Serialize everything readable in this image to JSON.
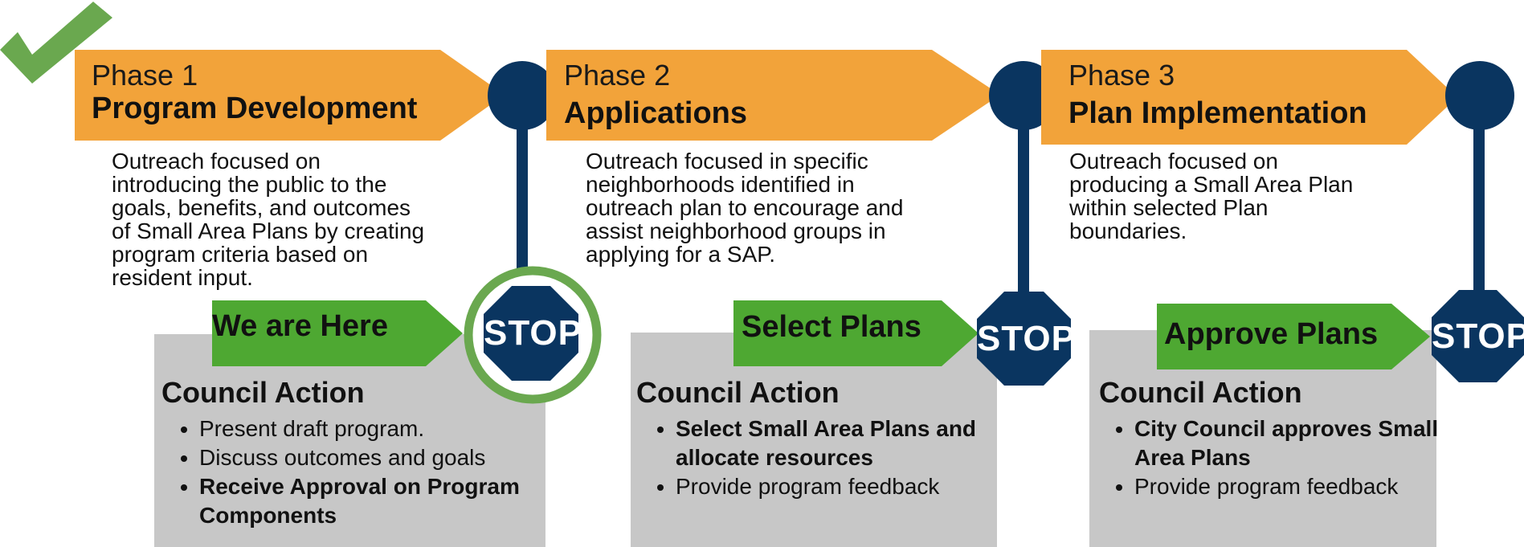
{
  "colors": {
    "phase_arrow": "#f2a33a",
    "pole": "#0a3560",
    "stop_sign": "#0a3560",
    "green_arrow": "#4ea832",
    "checkmark": "#6aa84f",
    "highlight_ring": "#6aa84f",
    "card_bg": "#c7c7c7"
  },
  "phases": [
    {
      "number": "Phase 1",
      "title": "Program Development",
      "description": "Outreach focused on introducing the public to the goals, benefits, and outcomes of Small Area Plans by creating program criteria based on resident input.",
      "description_lines": [
        "Outreach focused on",
        "introducing the public to the",
        "goals, benefits, and outcomes",
        "of Small Area Plans by creating",
        "program criteria based on",
        "resident input."
      ],
      "stop_label": "STOP",
      "green_label": "We are Here",
      "card_title": "Council Action",
      "actions": [
        "Present draft program.",
        "Discuss outcomes and goals",
        "Receive Approval on Program Components"
      ],
      "current": true
    },
    {
      "number": "Phase 2",
      "title": "Applications",
      "description": "Outreach focused in specific neighborhoods identified in outreach plan to encourage and assist neighborhood groups in applying for a SAP.",
      "description_lines": [
        "Outreach focused in specific",
        "neighborhoods identified in",
        "outreach plan to encourage and",
        "assist neighborhood groups in",
        "applying for a SAP."
      ],
      "stop_label": "STOP",
      "green_label": "Select Plans",
      "card_title": "Council Action",
      "actions": [
        "Select Small Area Plans and allocate resources",
        "Provide program feedback"
      ],
      "current": false
    },
    {
      "number": "Phase 3",
      "title": "Plan Implementation",
      "description": "Outreach focused on producing a Small Area Plan within selected Plan boundaries.",
      "description_lines": [
        "Outreach focused on",
        "producing a Small Area Plan",
        "within selected Plan",
        "boundaries."
      ],
      "stop_label": "STOP",
      "green_label": "Approve Plans",
      "card_title": "Council Action",
      "actions": [
        "City Council approves Small Area Plans",
        "Provide program feedback"
      ],
      "current": false
    }
  ]
}
